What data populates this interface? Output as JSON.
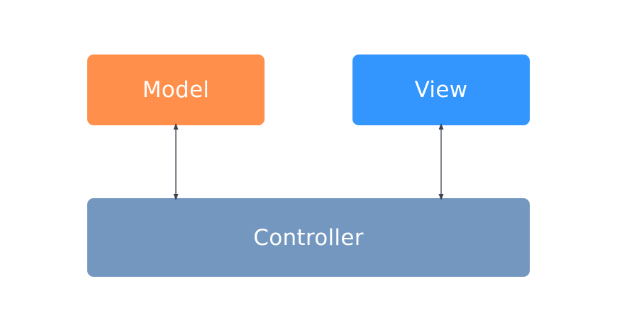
{
  "diagram": {
    "nodes": {
      "model": {
        "label": "Model",
        "color": "#FF8F4A"
      },
      "view": {
        "label": "View",
        "color": "#3396FF"
      },
      "controller": {
        "label": "Controller",
        "color": "#7397BF"
      }
    },
    "edges": [
      {
        "from": "model",
        "to": "controller",
        "direction": "bidirectional"
      },
      {
        "from": "view",
        "to": "controller",
        "direction": "bidirectional"
      }
    ],
    "connector_color": "#3B4350"
  }
}
